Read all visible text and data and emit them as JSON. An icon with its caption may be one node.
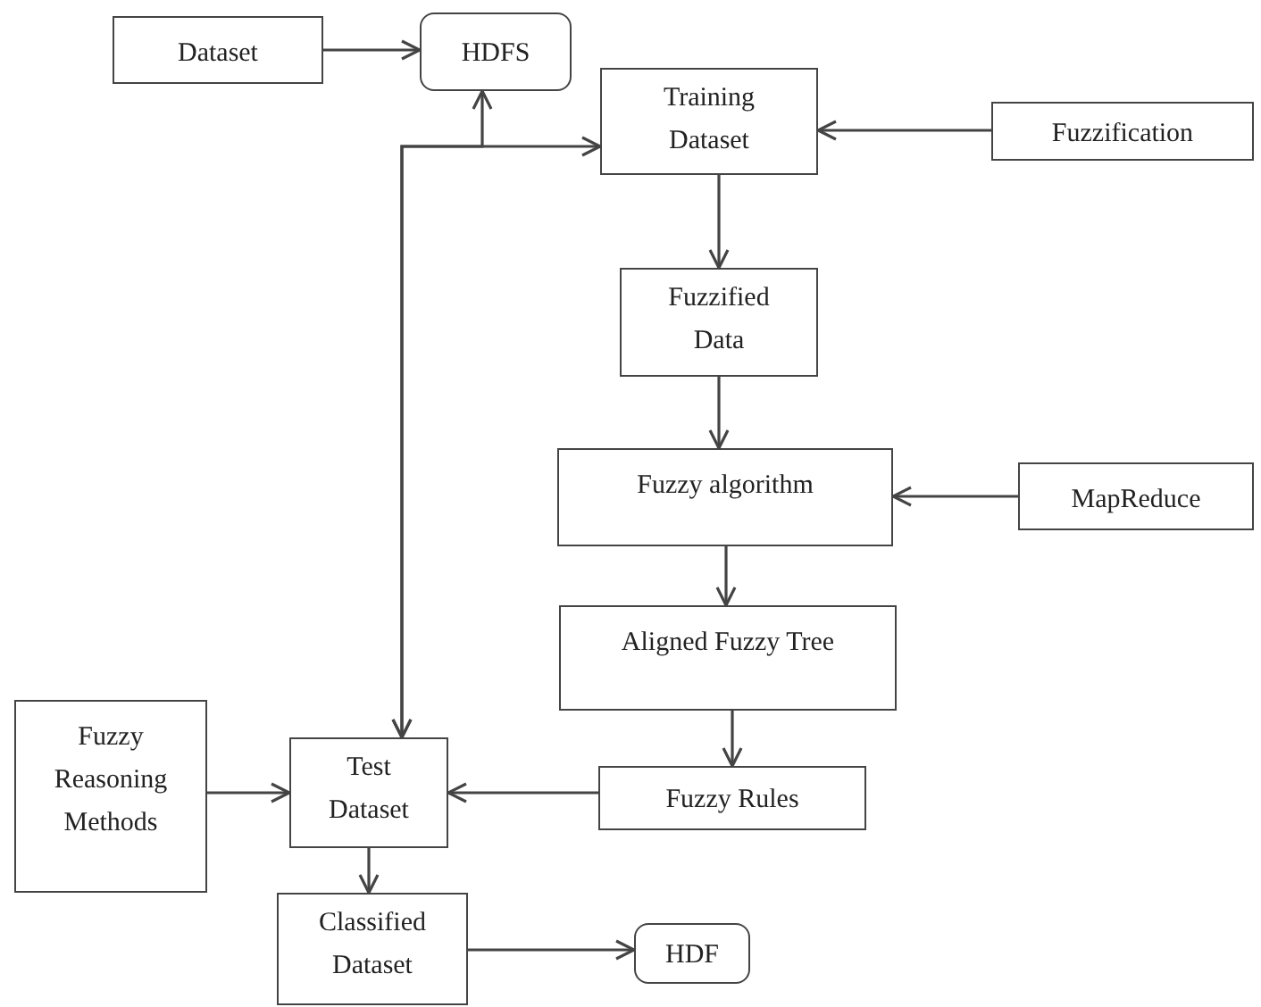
{
  "diagram": {
    "nodes": [
      {
        "text": [
          "Dataset"
        ]
      },
      {
        "text": [
          "HDFS"
        ]
      },
      {
        "text": [
          "Training Dataset"
        ]
      },
      {
        "text": [
          "Fuzzification"
        ]
      },
      {
        "text": [
          "Fuzzified Data"
        ]
      },
      {
        "text": [
          "Fuzzy algorithm"
        ]
      },
      {
        "text": [
          "MapReduce"
        ]
      },
      {
        "text": [
          "Aligned Fuzzy Tree"
        ]
      },
      {
        "text": [
          "Fuzzy Reasoning Methods"
        ]
      },
      {
        "text": [
          "Test Dataset"
        ]
      },
      {
        "text": [
          "Fuzzy Rules"
        ]
      },
      {
        "text": [
          "Classified Dataset"
        ]
      },
      {
        "text": [
          "HDF"
        ]
      }
    ],
    "edges": [
      {
        "from": 0,
        "to": 1,
        "arrow": "to"
      },
      {
        "from": 9,
        "to": 1,
        "arrow": "both"
      },
      {
        "from": 9,
        "to": 2,
        "arrow": "both"
      },
      {
        "from": 3,
        "to": 2,
        "arrow": "to"
      },
      {
        "from": 2,
        "to": 4,
        "arrow": "to"
      },
      {
        "from": 4,
        "to": 5,
        "arrow": "to"
      },
      {
        "from": 6,
        "to": 5,
        "arrow": "to"
      },
      {
        "from": 5,
        "to": 7,
        "arrow": "to"
      },
      {
        "from": 7,
        "to": 10,
        "arrow": "to"
      },
      {
        "from": 10,
        "to": 9,
        "arrow": "to"
      },
      {
        "from": 8,
        "to": 9,
        "arrow": "to"
      },
      {
        "from": 9,
        "to": 11,
        "arrow": "to"
      },
      {
        "from": 11,
        "to": 12,
        "arrow": "to"
      }
    ]
  }
}
